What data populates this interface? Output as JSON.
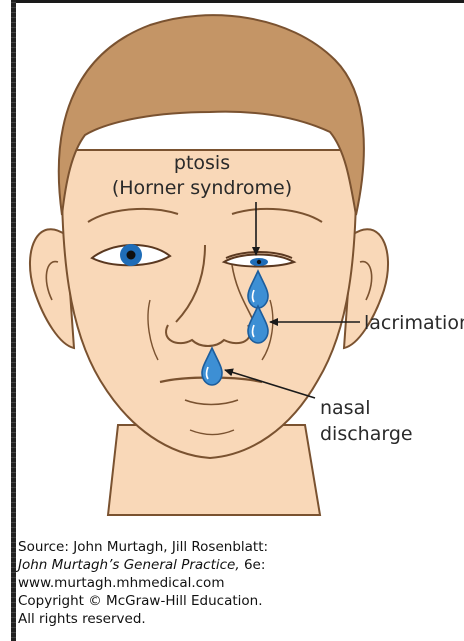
{
  "figure": {
    "labels": {
      "ptosis_line1": "ptosis",
      "ptosis_line2": "(Horner syndrome)",
      "lacrimation": "lacrimation",
      "nasal_line1": "nasal",
      "nasal_line2": "discharge"
    },
    "colors": {
      "skin": "#f9d8b8",
      "hair": "#c49566",
      "outline": "#7a5230",
      "iris": "#1f6db8",
      "tear": "#3d8fd4",
      "tear_outline": "#1c5d9c"
    }
  },
  "caption": {
    "line1": "Source: John Murtagh, Jill Rosenblatt:",
    "line2_italic": "John Murtagh’s General Practice,",
    "line2_rest": " 6e:",
    "line3": "www.murtagh.mhmedical.com",
    "line4": "Copyright © McGraw-Hill Education.",
    "line5": "All rights reserved."
  }
}
